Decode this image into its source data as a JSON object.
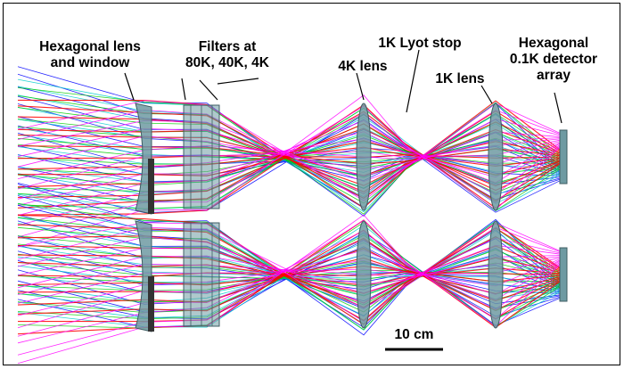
{
  "labels": {
    "hex_lens": "Hexagonal lens\nand window",
    "filters": "Filters at\n80K, 40K, 4K",
    "lens_4k": "4K lens",
    "lyot": "1K Lyot stop",
    "lens_1k": "1K lens",
    "detector": "Hexagonal\n0.1K detector\narray",
    "scale": "10 cm"
  },
  "colors": {
    "ray_red": "#ff0000",
    "ray_green": "#00cc00",
    "ray_blue": "#0000ff",
    "ray_cyan": "#00cccc",
    "ray_magenta": "#ff00ff",
    "lens_fill": "#6e9aa2",
    "lens_edge": "#3f5d63"
  }
}
